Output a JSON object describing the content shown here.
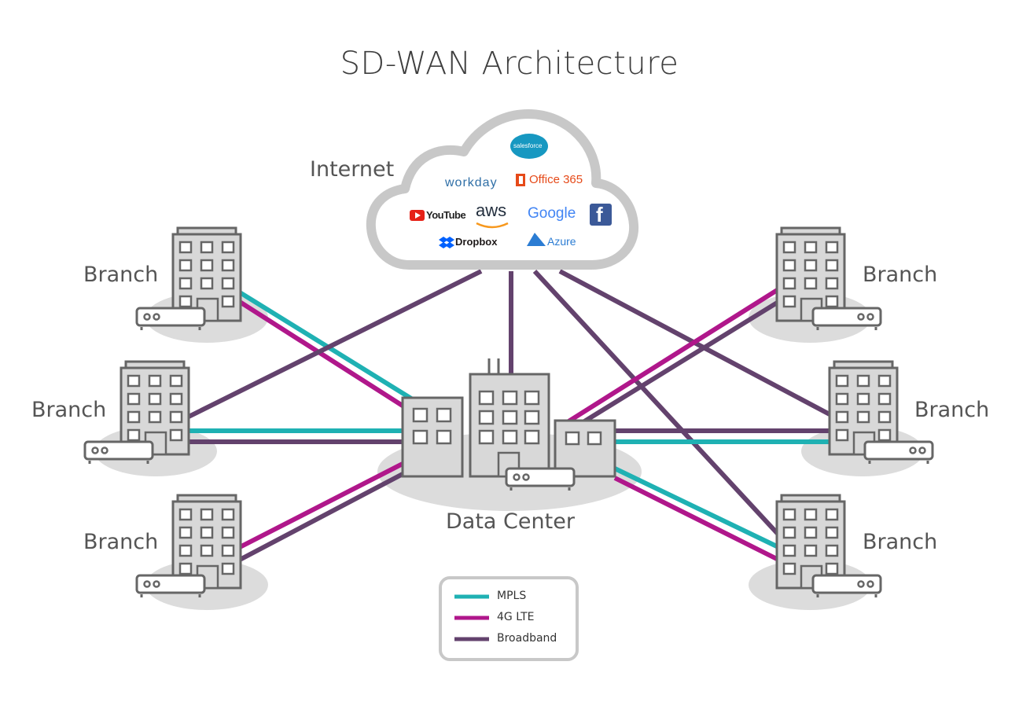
{
  "title": "SD-WAN Architecture",
  "cloud": {
    "label": "Internet",
    "services": {
      "salesforce": "salesforce",
      "workday": "workday",
      "office365": "Office 365",
      "youtube": "YouTube",
      "aws": "aws",
      "google": "Google",
      "facebook": "f",
      "dropbox": "Dropbox",
      "azure": "Azure"
    }
  },
  "branches": {
    "left_top": "Branch",
    "left_mid": "Branch",
    "left_bottom": "Branch",
    "right_top": "Branch",
    "right_mid": "Branch",
    "right_bottom": "Branch"
  },
  "datacenter_label": "Data Center",
  "legend": {
    "mpls": "MPLS",
    "lte": "4G LTE",
    "broadband": "Broadband"
  },
  "colors": {
    "mpls": "#1fb1b3",
    "lte": "#b0178b",
    "broadband": "#63426d",
    "building_fill": "#d8d8d8",
    "building_stroke": "#666666",
    "shadow": "#dcdcdc",
    "cloud_stroke": "#c8c8c8"
  }
}
